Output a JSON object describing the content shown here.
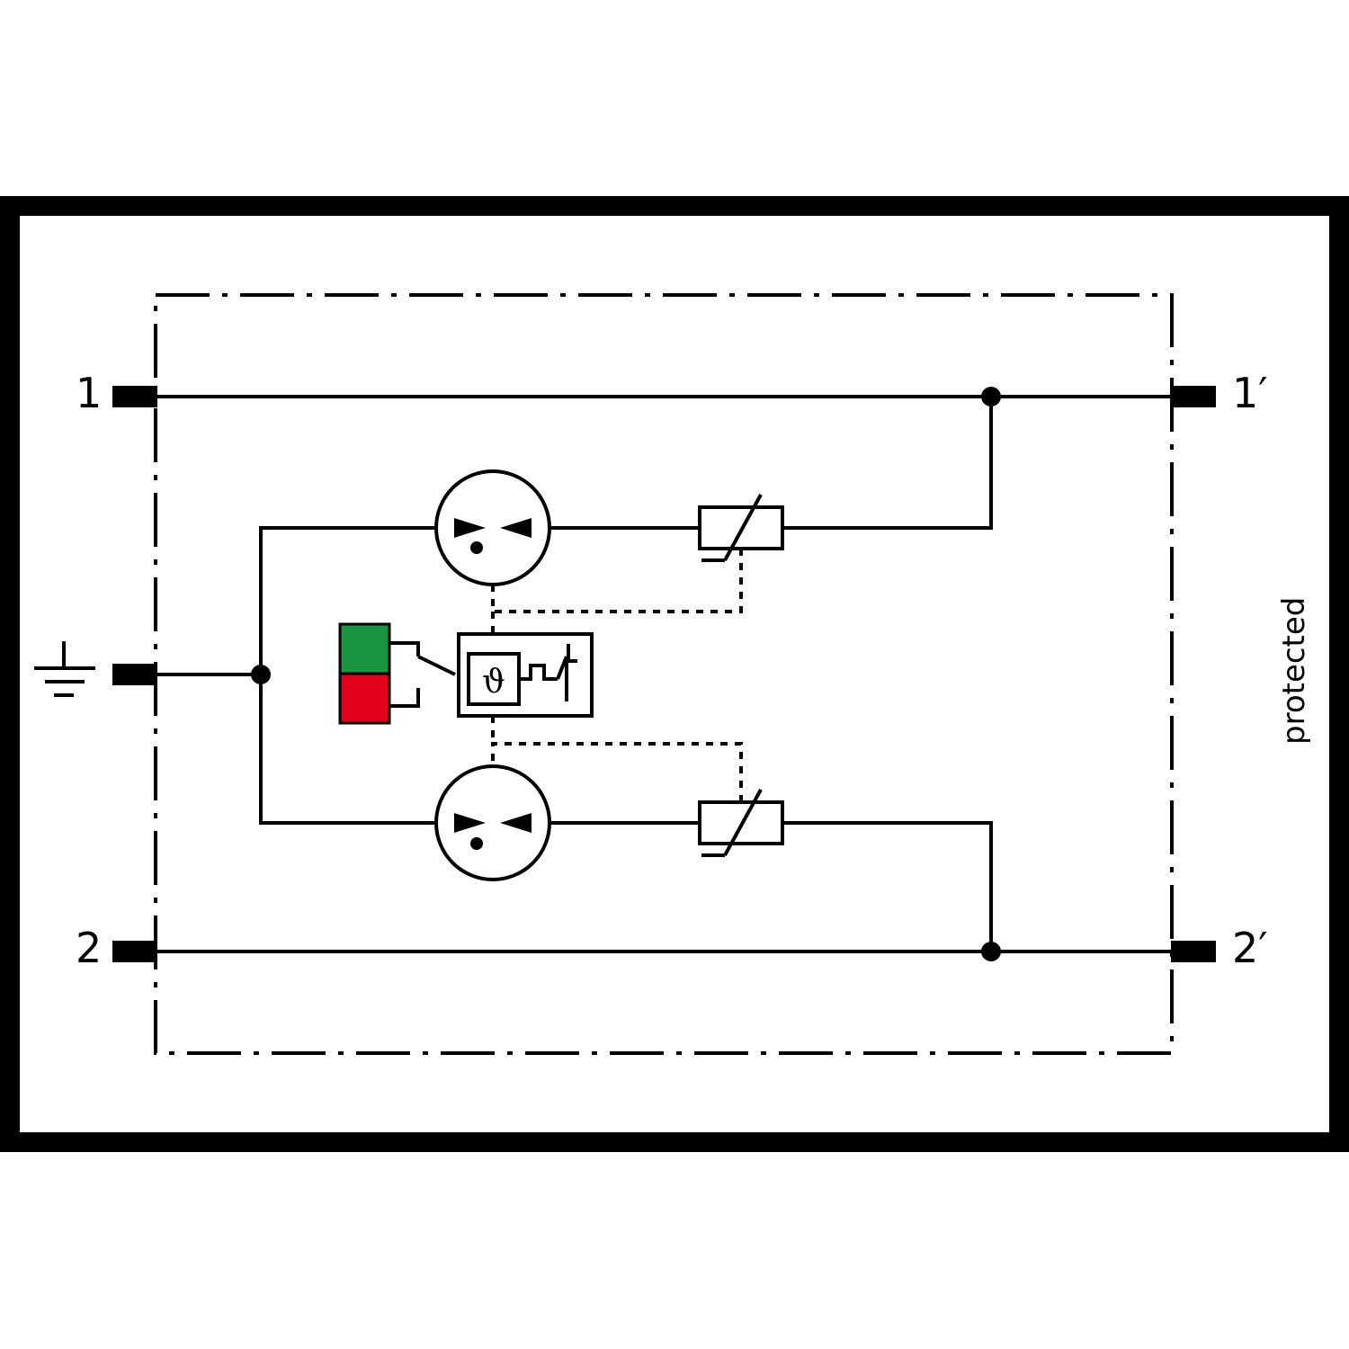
{
  "terminals": {
    "in_1": "1",
    "in_2": "2",
    "out_1": "1′",
    "out_2": "2′"
  },
  "side_label": "protected",
  "indicator": {
    "ok_color": "#1a9641",
    "fault_color": "#e3001b"
  },
  "thermal_symbol": "ϑ",
  "icons": [
    "ground-icon",
    "gas-discharge-tube-icon",
    "varistor-icon",
    "thermal-disconnector-icon",
    "status-indicator-icon"
  ]
}
